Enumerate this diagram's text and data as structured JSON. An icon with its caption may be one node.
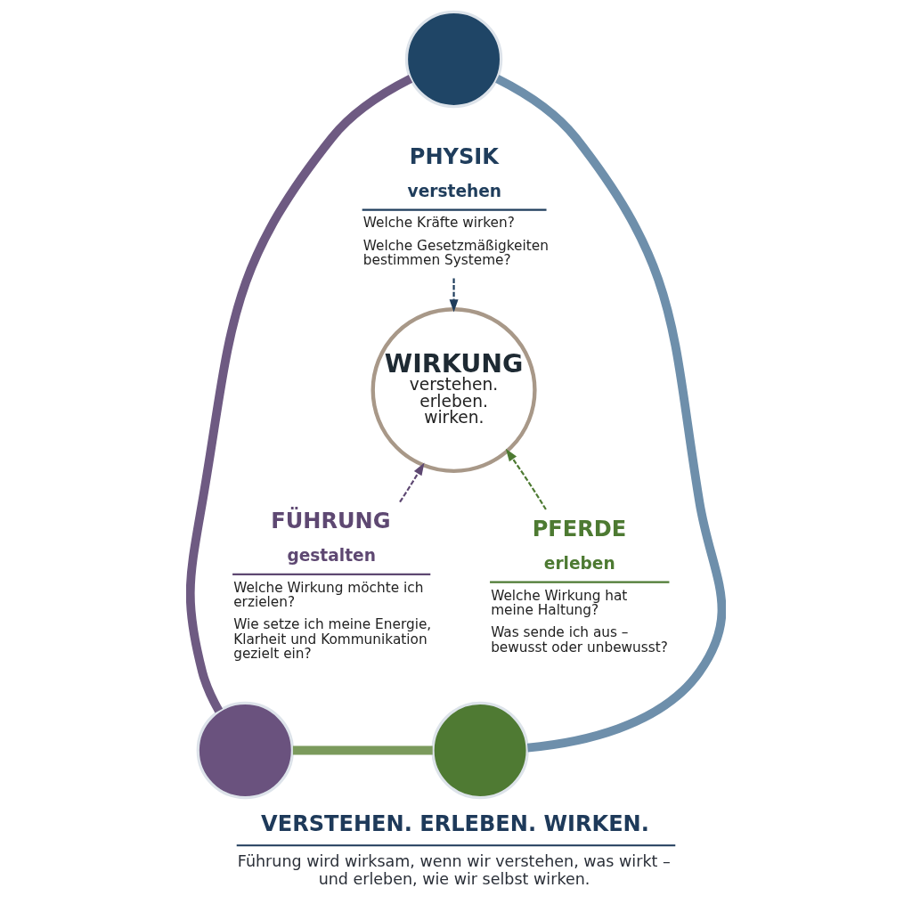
{
  "diagram": {
    "title": "VERSTEHEN. ERLEBEN. WIRKEN.",
    "caption": "Führung wird wirksam, wenn wir verstehen, was wirkt – und erleben, wie wir selbst wirken.",
    "nodes": [
      {
        "text": [],
        "shape": "circle"
      },
      {
        "text": [
          "PHYSIK",
          "verstehen",
          "Welche Kräfte wirken?",
          "Welche Gesetzmäßigkeiten bestimmen Systeme?"
        ]
      },
      {
        "text": [
          "WIRKUNG",
          "verstehen. erleben. wirken."
        ]
      },
      {
        "text": [
          "FÜHRUNG",
          "gestalten",
          "Welche Wirkung möchte ich erzielen?",
          "Wie setze ich meine Energie, Klarheit und Kommunikation gezielt ein?"
        ]
      },
      {
        "text": [
          "PFERDE",
          "erleben",
          "Welche Wirkung hat meine Haltung?",
          "Was sende ich aus – bewusst oder unbewusst?"
        ]
      },
      {
        "text": [],
        "shape": "circle"
      },
      {
        "text": [],
        "shape": "circle"
      }
    ],
    "edges": [
      {
        "from": 0,
        "to": 5,
        "arrow": "none",
        "style": "thick",
        "color": "#6e5a82"
      },
      {
        "from": 0,
        "to": 6,
        "arrow": "none",
        "style": "thick",
        "color": "#6e8fab"
      },
      {
        "from": 5,
        "to": 6,
        "arrow": "none",
        "style": "thick",
        "color": "#7b9a5c"
      },
      {
        "from": 1,
        "to": 2,
        "arrow": "to",
        "style": "dashed",
        "color": "#1f3d5c"
      },
      {
        "from": 3,
        "to": 2,
        "arrow": "to",
        "style": "dashed",
        "color": "#5e4872"
      },
      {
        "from": 4,
        "to": 2,
        "arrow": "to",
        "style": "dashed",
        "color": "#4d7a32"
      }
    ]
  }
}
